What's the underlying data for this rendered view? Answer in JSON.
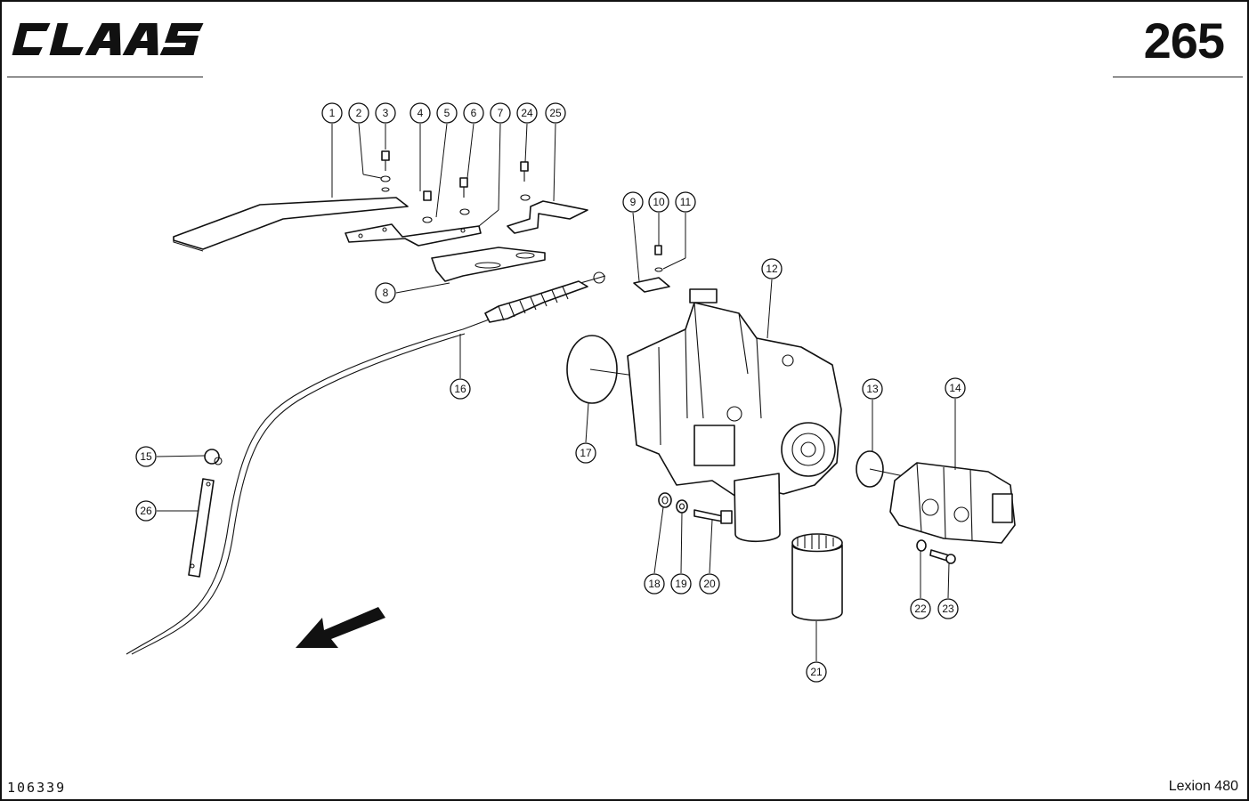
{
  "header": {
    "brand_logo_text": "CLAAS",
    "page_number": "265"
  },
  "footer": {
    "drawing_number": "106339",
    "model_name": "Lexion 480"
  },
  "callouts": [
    "1",
    "2",
    "3",
    "4",
    "5",
    "6",
    "7",
    "24",
    "25",
    "8",
    "9",
    "10",
    "11",
    "12",
    "16",
    "17",
    "13",
    "14",
    "15",
    "26",
    "18",
    "19",
    "20",
    "22",
    "23",
    "21"
  ]
}
